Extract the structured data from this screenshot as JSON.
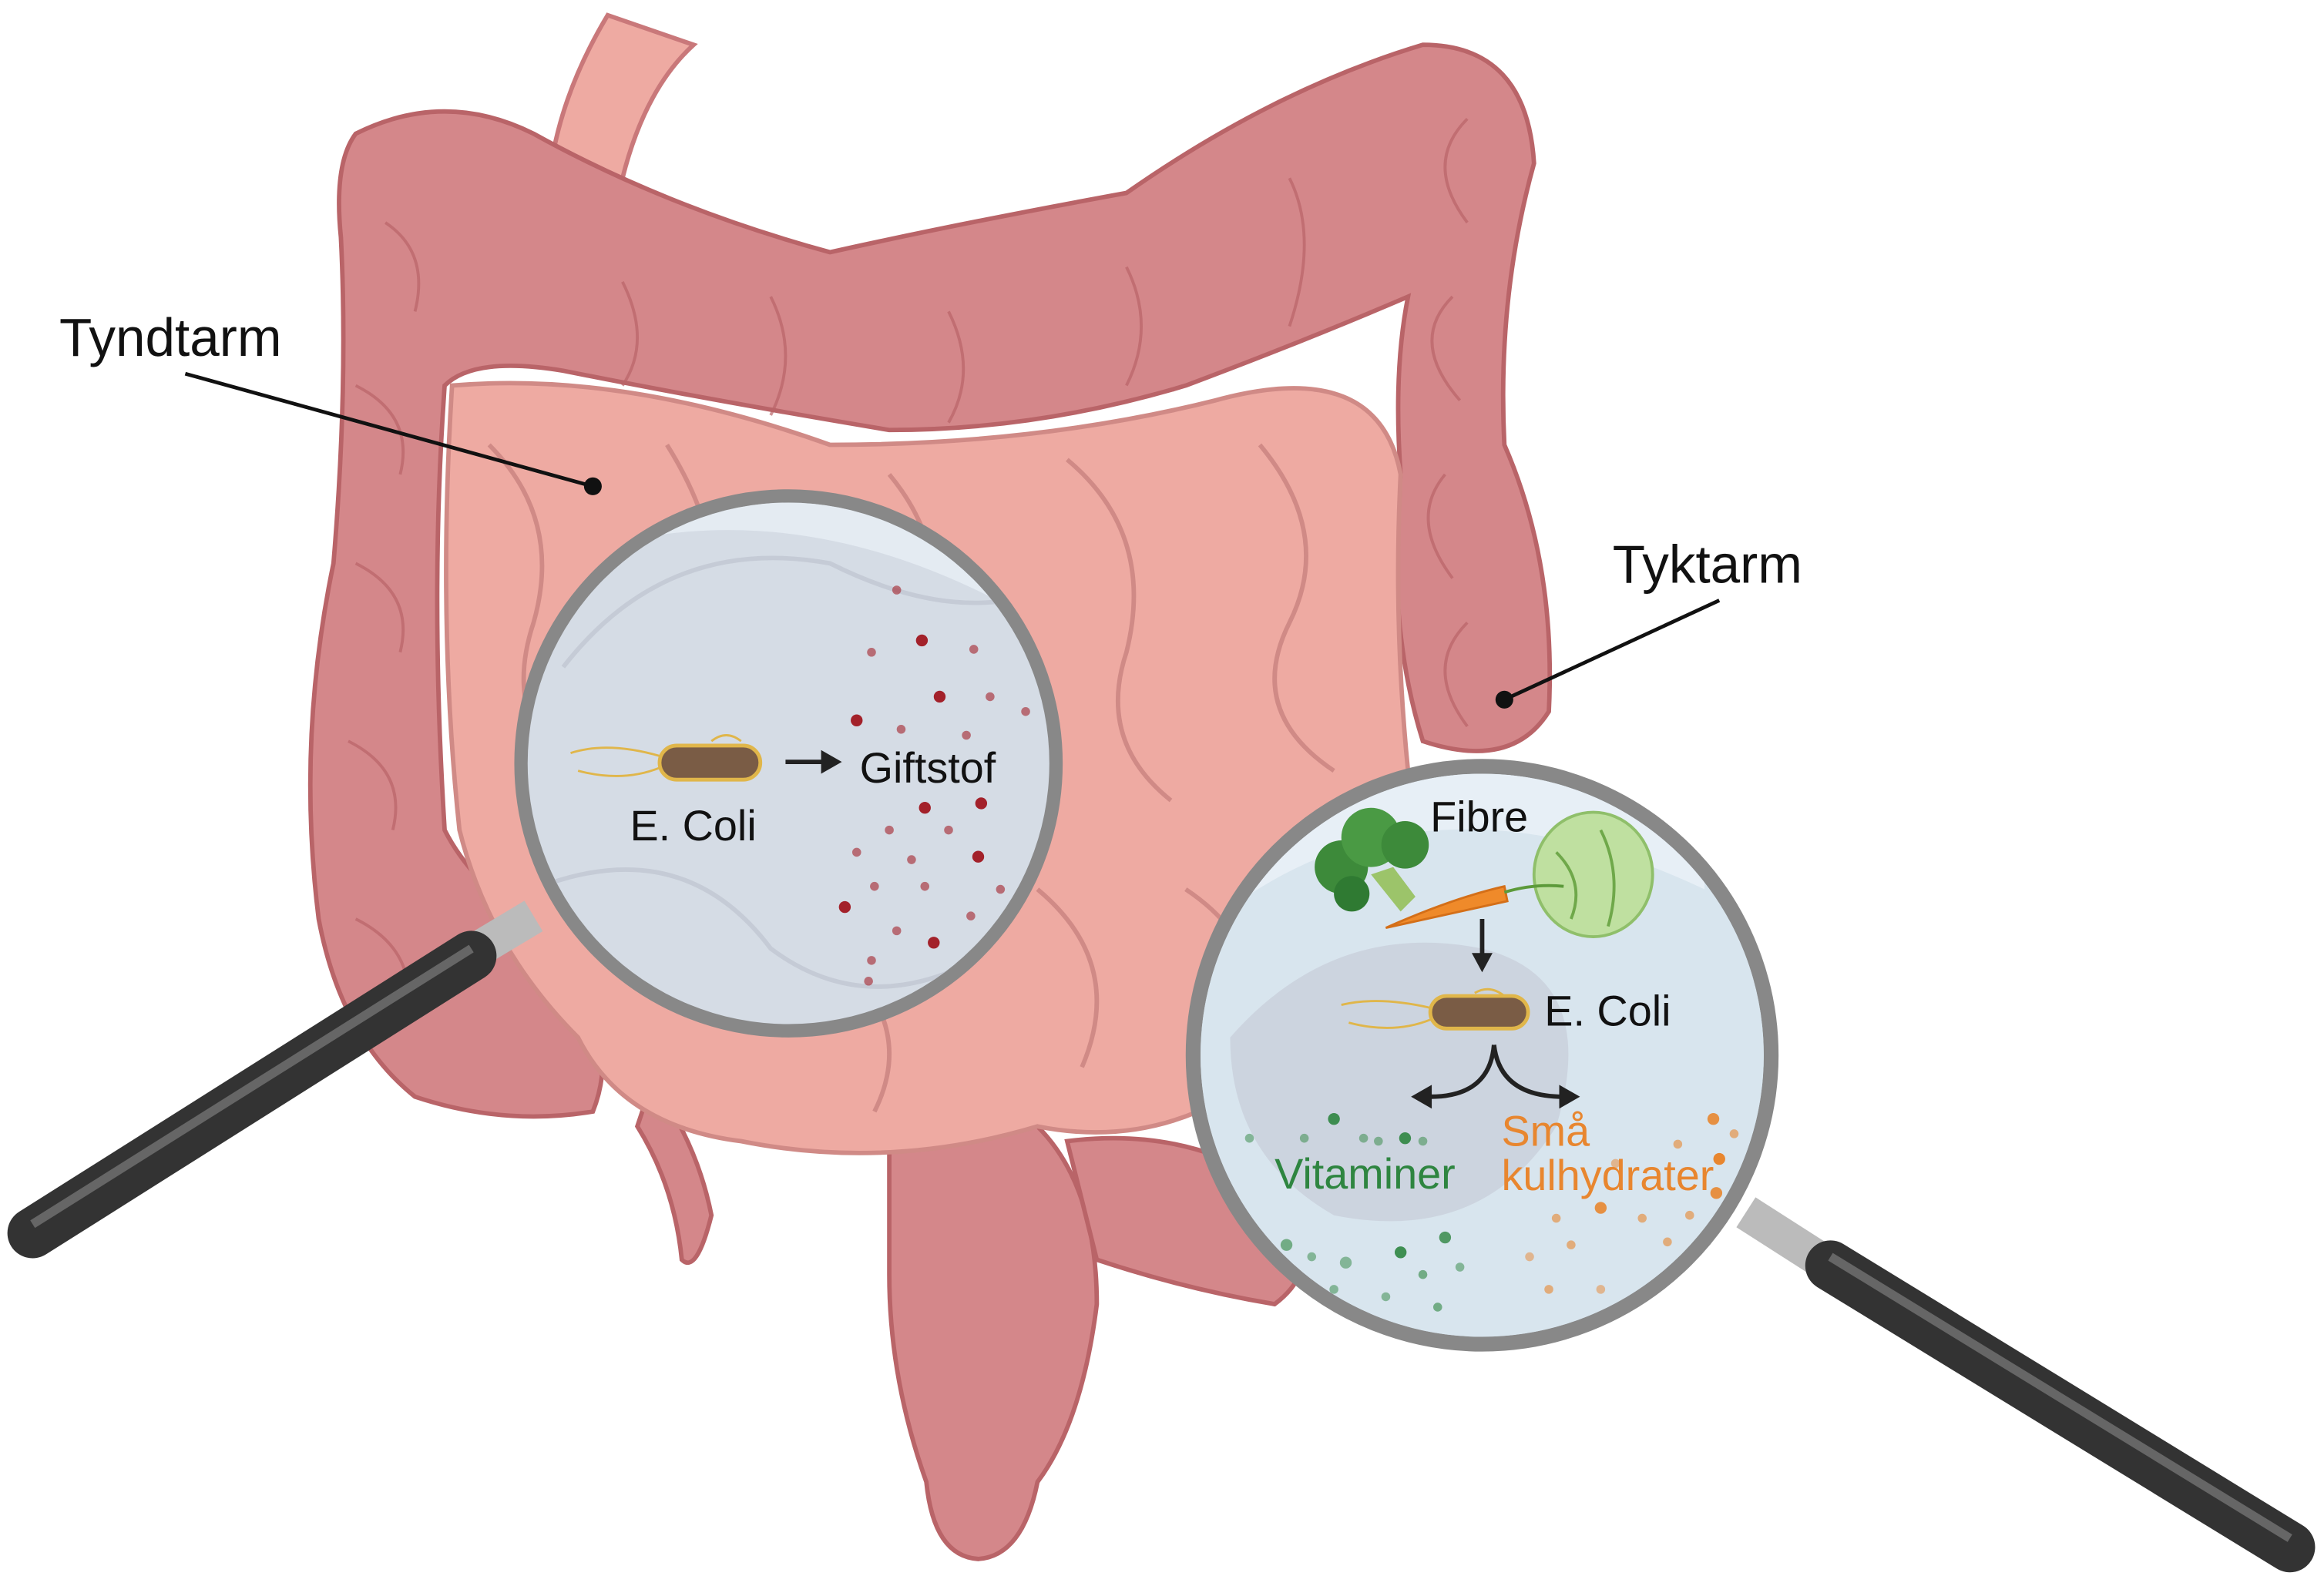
{
  "labels": {
    "small_intestine": "Tyndtarm",
    "large_intestine": "Tyktarm"
  },
  "left_lens": {
    "bacterium": "E. Coli",
    "product": "Giftstof"
  },
  "right_lens": {
    "input": "Fibre",
    "bacterium": "E. Coli",
    "output_left": "Vitaminer",
    "output_right_line1": "Små",
    "output_right_line2": "kulhydrater"
  },
  "colors": {
    "small_intestine": "#eeaaa2",
    "large_intestine": "#d4878a",
    "toxin": "#a3212a",
    "vitamins": "#2e8540",
    "carbohydrates": "#e8862f",
    "lens": "#dbe7ef"
  }
}
